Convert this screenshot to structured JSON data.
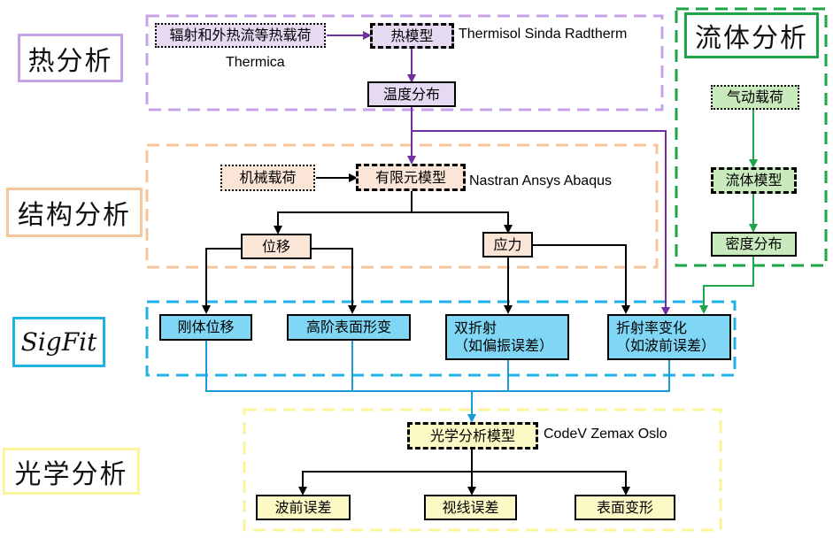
{
  "sections": {
    "thermal": "热分析",
    "structural": "结构分析",
    "sigfit": "SigFit",
    "optical": "光学分析",
    "fluid": "流体分析"
  },
  "nodes": {
    "radiation_load": "辐射和外热流等热载荷",
    "thermal_model": "热模型",
    "temperature_dist": "温度分布",
    "mechanical_load": "机械载荷",
    "fem_model": "有限元模型",
    "displacement": "位移",
    "stress": "应力",
    "rigid_disp": "刚体位移",
    "high_order_deform": "高阶表面形变",
    "birefringence_line1": "双折射",
    "birefringence_line2": "（如偏振误差）",
    "refractive_change_line1": "折射率变化",
    "refractive_change_line2": "（如波前误差）",
    "aero_load": "气动载荷",
    "fluid_model": "流体模型",
    "density_dist": "密度分布",
    "optical_model": "光学分析模型",
    "wavefront_error": "波前误差",
    "los_error": "视线误差",
    "surface_deform": "表面变形"
  },
  "software": {
    "thermal_line1": "Thermisol Sinda Radtherm",
    "thermal_line2": "Thermica",
    "structural": "Nastran Ansys Abaqus",
    "optical": "CodeV Zemax Oslo"
  },
  "colors": {
    "thermal": "#c6a3e8",
    "thermal_arrow": "#7030a0",
    "thermal_fill": "#e6d9f2",
    "structural": "#f7c59a",
    "structural_fill": "#fbe5d6",
    "sigfit": "#1fb2e6",
    "sigfit_fill": "#7fd7f5",
    "optical": "#fbf59a",
    "optical_fill": "#fdf9c4",
    "fluid": "#1ea54a",
    "fluid_fill": "#c9eabc",
    "connector_blue": "#1a9ad6"
  }
}
